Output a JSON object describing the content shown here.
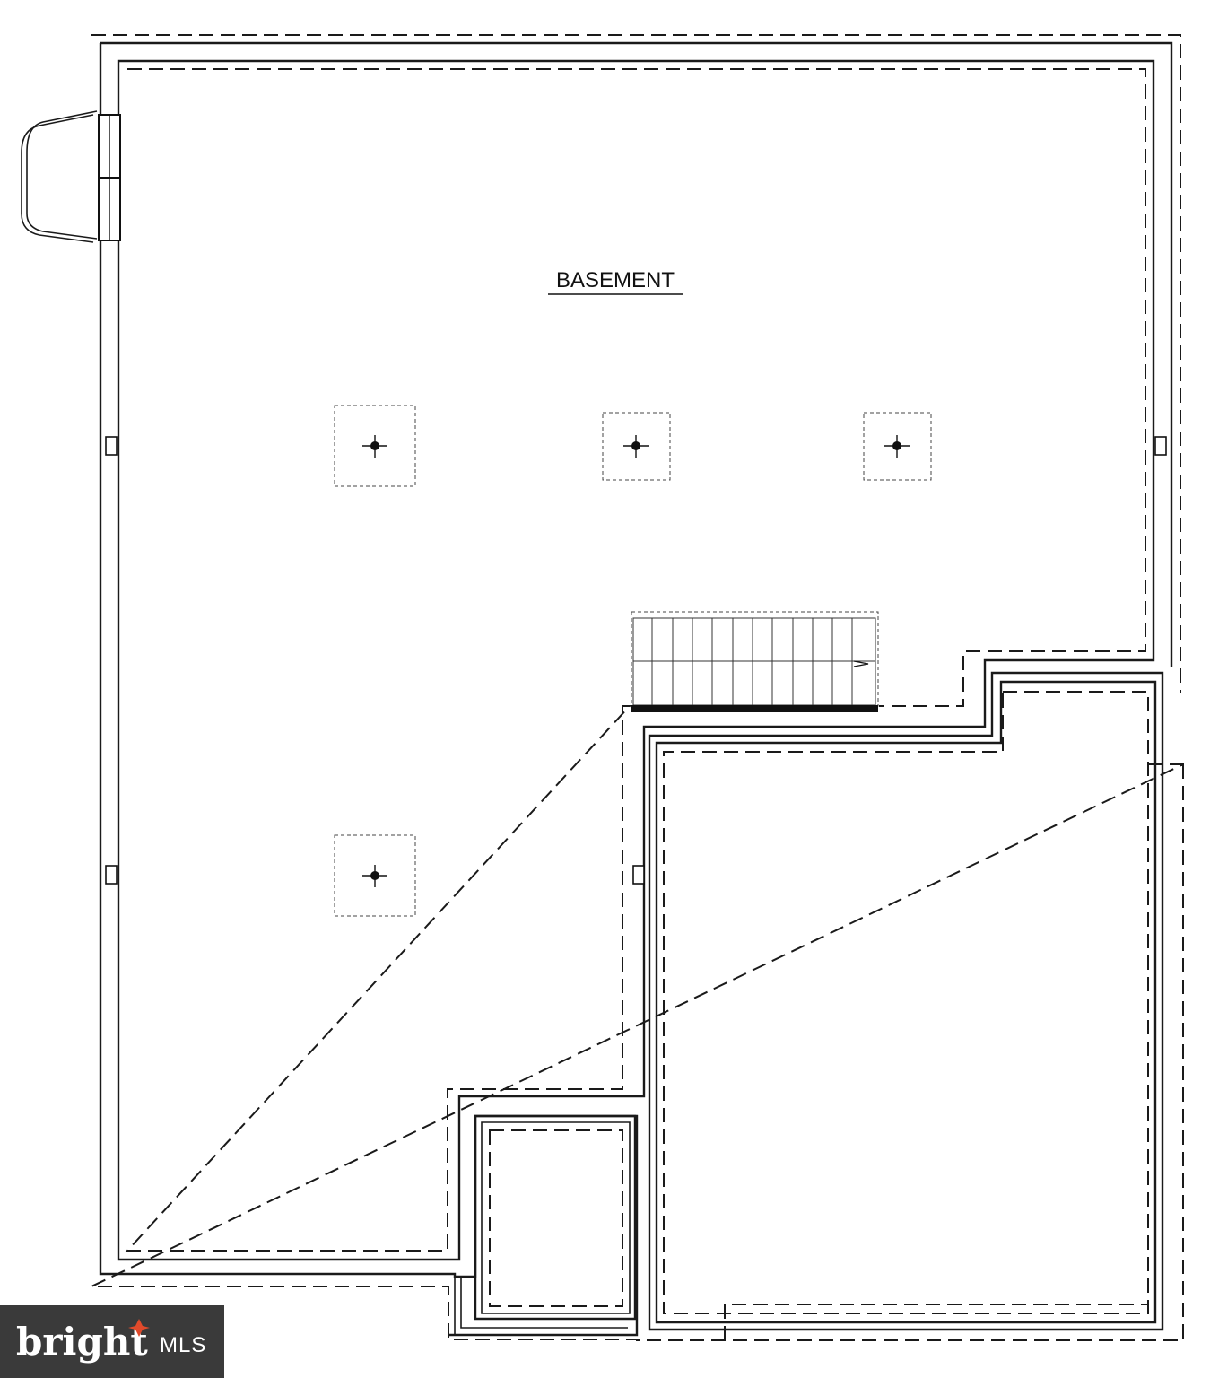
{
  "plan": {
    "room_label": "BASEMENT"
  },
  "watermark": {
    "brand": "bright",
    "suffix": "MLS",
    "accent_color": "#e04a2b"
  }
}
